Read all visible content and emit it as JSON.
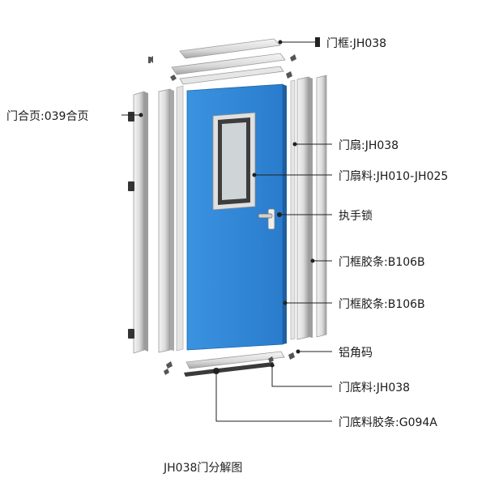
{
  "caption": "JH038门分解图",
  "labels": {
    "door_frame": "门框:JH038",
    "hinge": "门合页:039合页",
    "door_leaf": "门扇:JH038",
    "leaf_material": "门扇料:JH010-JH025",
    "handle_lock": "执手锁",
    "frame_seal_1": "门框胶条:B106B",
    "frame_seal_2": "门框胶条:B106B",
    "corner_connector": "铝角码",
    "bottom_material": "门底料:JH038",
    "bottom_seal": "门底料胶条:G094A"
  },
  "colors": {
    "door_panel": "#2f86d6",
    "frame_light": "#eeeeee",
    "frame_shadow": "#b8b8b8",
    "leader_line": "#222222"
  }
}
